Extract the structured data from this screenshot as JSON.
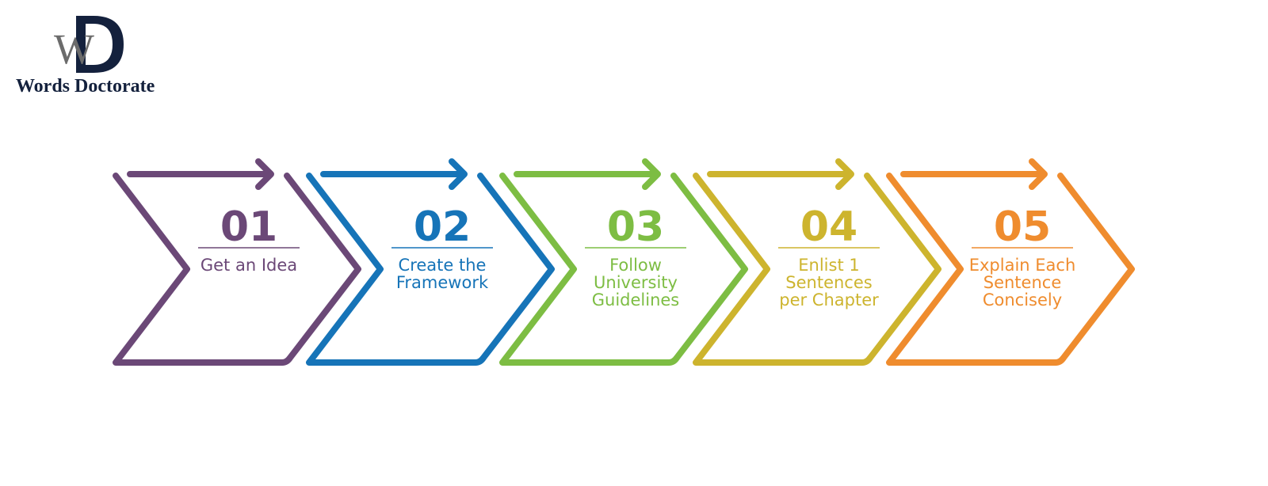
{
  "brand": {
    "name": "Words Doctorate",
    "monogram_letters": "WD",
    "logo_primary_color": "#14213d",
    "logo_secondary_color": "#6b6b6b"
  },
  "steps": [
    {
      "number": "01",
      "label_lines": [
        "Get an Idea"
      ],
      "color": "#6b4877"
    },
    {
      "number": "02",
      "label_lines": [
        "Create the",
        "Framework"
      ],
      "color": "#1674b8"
    },
    {
      "number": "03",
      "label_lines": [
        "Follow",
        "University",
        "Guidelines"
      ],
      "color": "#7dbd43"
    },
    {
      "number": "04",
      "label_lines": [
        "Enlist 1",
        "Sentences",
        "per Chapter"
      ],
      "color": "#cdb42e"
    },
    {
      "number": "05",
      "label_lines": [
        "Explain Each",
        "Sentence",
        "Concisely"
      ],
      "color": "#ef8c2e"
    }
  ]
}
